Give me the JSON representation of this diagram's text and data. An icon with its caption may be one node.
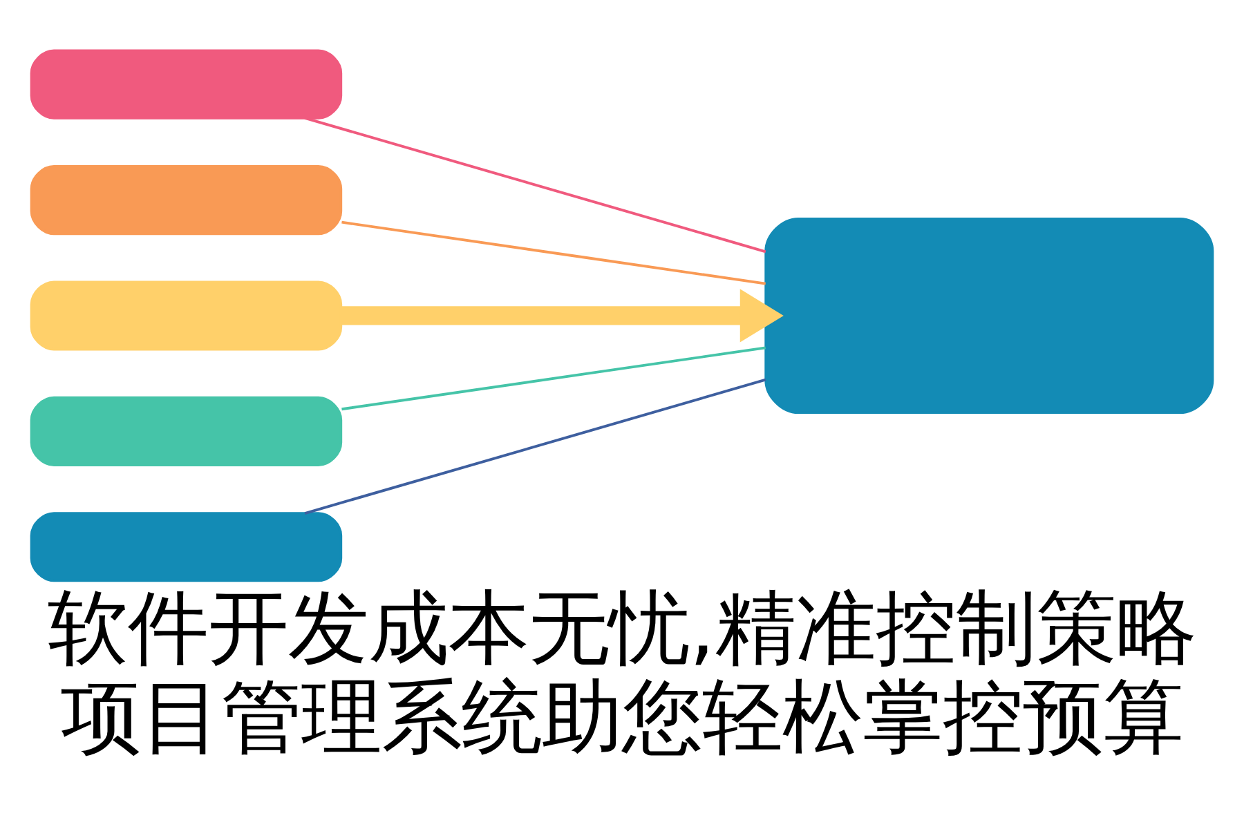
{
  "diagram": {
    "title": "软件开发成本无忧,精准控制策略项目管理系统助您轻松掌控预算",
    "nodes": [
      {
        "text": [],
        "shape": "box"
      },
      {
        "text": [],
        "shape": "box"
      },
      {
        "text": [],
        "shape": "box"
      },
      {
        "text": [],
        "shape": "box"
      },
      {
        "text": [],
        "shape": "box"
      },
      {
        "text": [],
        "shape": "box"
      }
    ],
    "edges": [
      {
        "from": 0,
        "to": 5,
        "arrow": "none",
        "color": "#f05a7e"
      },
      {
        "from": 1,
        "to": 5,
        "arrow": "none",
        "color": "#f99a55"
      },
      {
        "from": 2,
        "to": 5,
        "arrow": "to",
        "style": "thick",
        "color": "#ffd06a"
      },
      {
        "from": 3,
        "to": 5,
        "arrow": "none",
        "color": "#45c4a8"
      },
      {
        "from": 4,
        "to": 5,
        "arrow": "none",
        "color": "#3e5f9f"
      }
    ]
  }
}
